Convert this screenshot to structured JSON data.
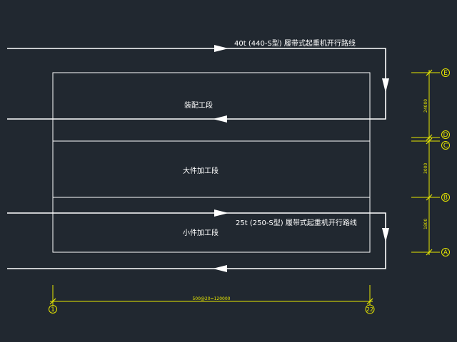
{
  "colors": {
    "background": "#212830",
    "linework": "#ffffff",
    "dimension": "#e8e800"
  },
  "routes": {
    "upper": "40t (440-S型) 履带式起重机开行路线",
    "lower": "25t (250-S型) 履带式起重机开行路线"
  },
  "sections": {
    "assembly": "装配工段",
    "large_parts": "大件加工段",
    "small_parts": "小件加工段"
  },
  "axes": {
    "grid_e": "E",
    "grid_d": "D",
    "grid_c": "C",
    "grid_b": "B",
    "grid_a": "A",
    "col_first": "1",
    "col_last": "22"
  },
  "dimensions": {
    "span_top": "24000",
    "span_mid": "3000",
    "span_low": "1800",
    "length": "500@20=120000"
  }
}
